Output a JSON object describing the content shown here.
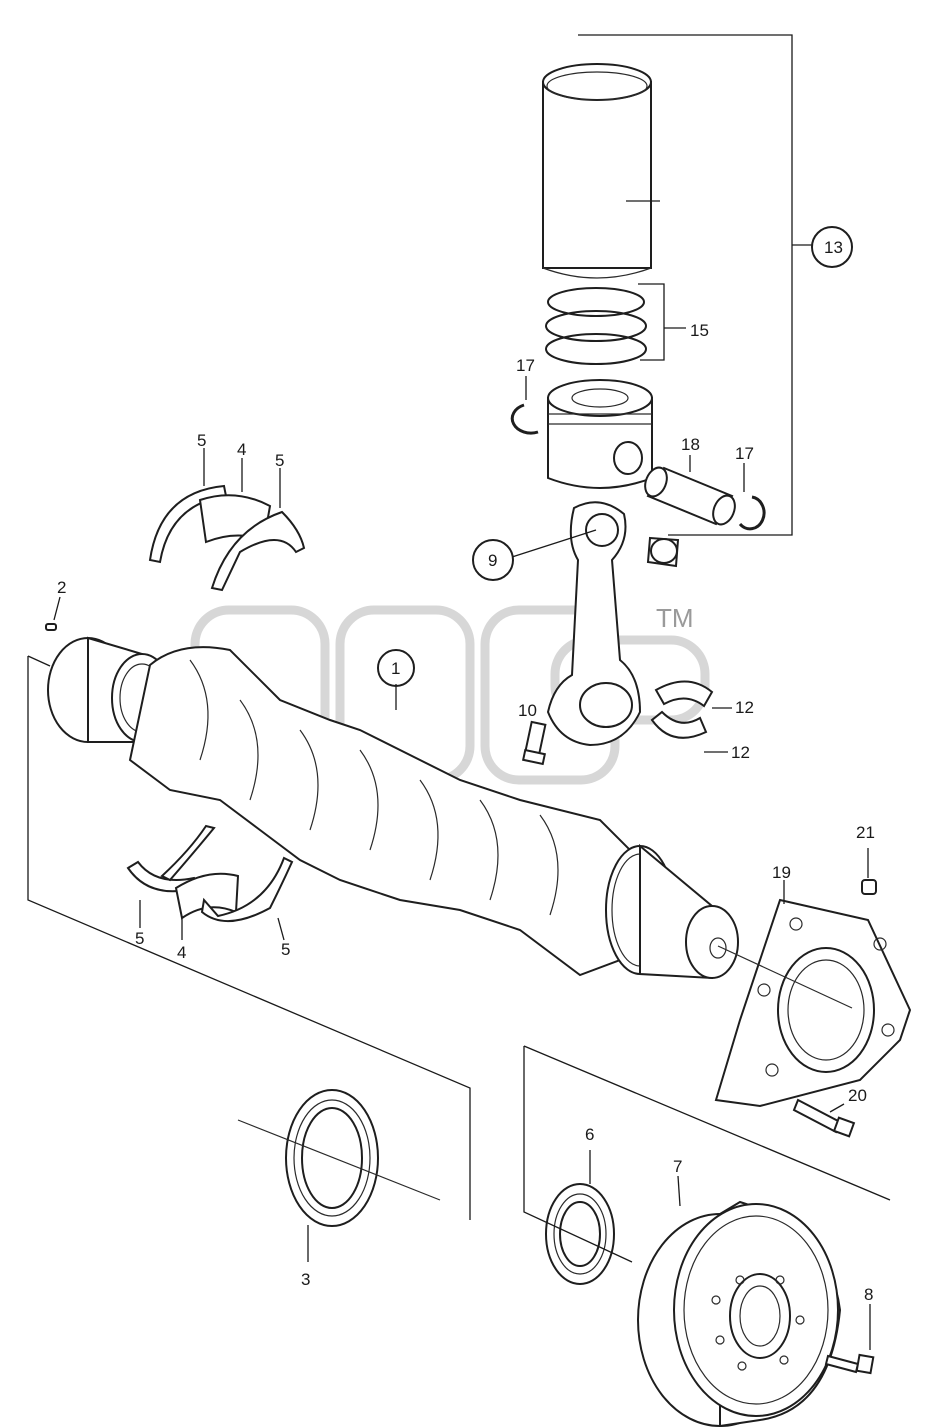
{
  "watermark": {
    "trademark": "TM"
  },
  "callouts": {
    "c1": "1",
    "c2": "2",
    "c3": "3",
    "c4a": "4",
    "c4b": "4",
    "c5a": "5",
    "c5b": "5",
    "c5c": "5",
    "c5d": "5",
    "c6": "6",
    "c7": "7",
    "c8": "8",
    "c9": "9",
    "c10": "10",
    "c12a": "12",
    "c12b": "12",
    "c13": "13",
    "c15": "15",
    "c17a": "17",
    "c17b": "17",
    "c18": "18",
    "c19": "19",
    "c20": "20",
    "c21": "21"
  },
  "colors": {
    "line": "#1e1e1e",
    "watermark": "#c9c9c9",
    "background": "#ffffff"
  }
}
